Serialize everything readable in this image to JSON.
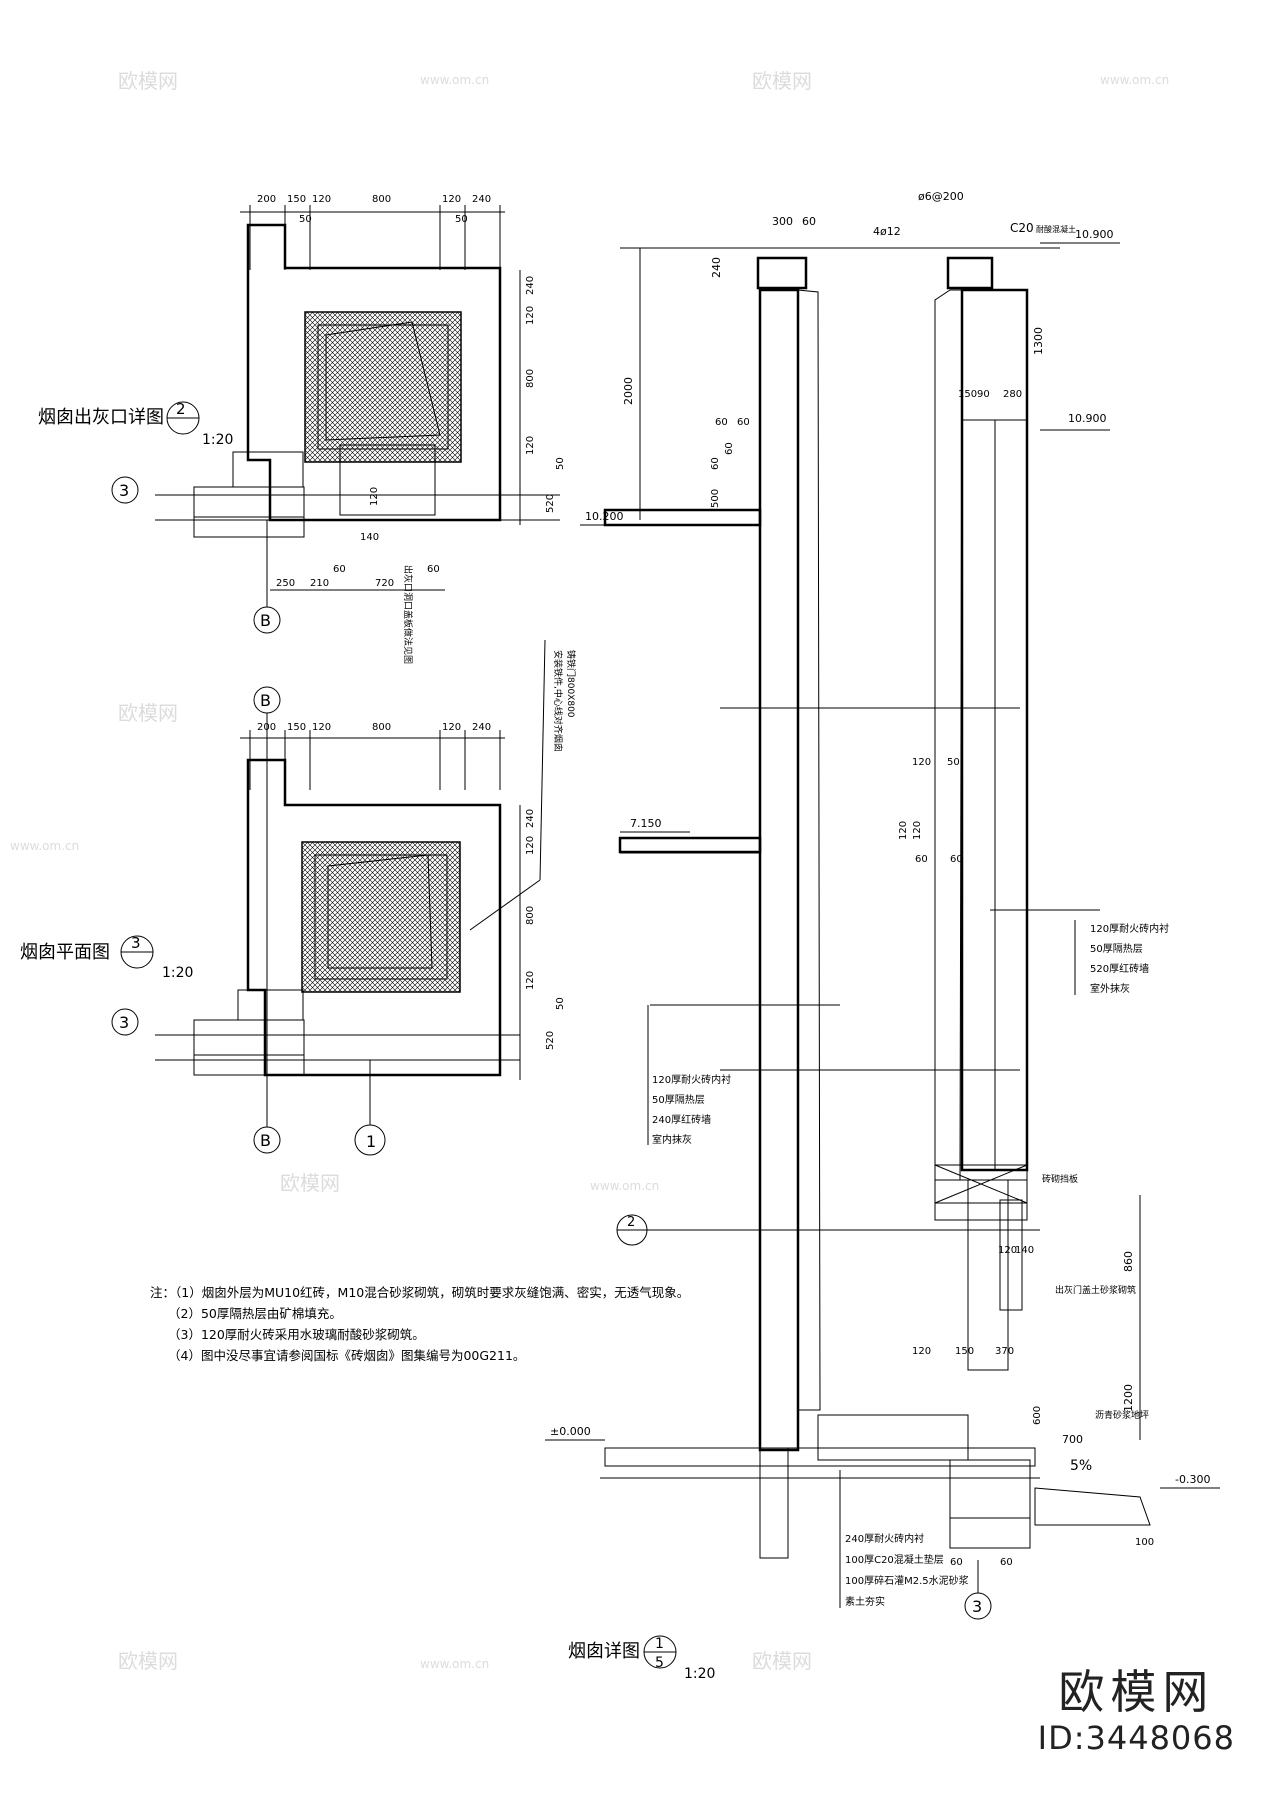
{
  "watermark": {
    "brand": "欧模网",
    "site": "www.om.cn"
  },
  "brand": {
    "name": "欧模网",
    "id": "ID:3448068"
  },
  "views": {
    "ash_outlet": {
      "title": "烟囱出灰口详图",
      "num": "2",
      "scale": "1:20"
    },
    "plan": {
      "title": "烟囱平面图",
      "num": "3",
      "scale": "1:20"
    },
    "detail": {
      "title": "烟囱详图",
      "num": "1",
      "sheet": "5",
      "scale": "1:20"
    }
  },
  "grid_marks": {
    "three": "3",
    "b": "B",
    "one": "1",
    "two": "2"
  },
  "dims_top": [
    "200",
    "150",
    "120",
    "800",
    "120",
    "240"
  ],
  "dims_small": [
    "50",
    "50"
  ],
  "dims_right_2": [
    "240",
    "120",
    "50",
    "800",
    "120",
    "50",
    "520"
  ],
  "dims_bottom_2": [
    "60",
    "60",
    "250",
    "210",
    "720",
    "140",
    "120"
  ],
  "dims_detail_top": [
    "300",
    "60",
    "ø6@200",
    "4ø12",
    "C20",
    "耐酸混凝土",
    "10.900"
  ],
  "dims_detail": [
    "240",
    "2000",
    "60",
    "60",
    "60",
    "60",
    "500",
    "1300",
    "150",
    "90",
    "280",
    "10.900",
    "10.200",
    "7.150",
    "120",
    "50",
    "120",
    "120",
    "60",
    "60",
    "120",
    "150",
    "370",
    "120",
    "140",
    "860",
    "1200",
    "600",
    "700",
    "5%",
    "-0.300",
    "±0.000",
    "100",
    "60",
    "60"
  ],
  "plan_note": "出灰口洞口盖板做法见图",
  "plan_note2": "铸铁门800X800",
  "plan_note3": "安装铁件,中心线对齐烟囱",
  "layers_right": [
    "120厚耐火砖内衬",
    "50厚隔热层",
    "520厚红砖墙",
    "室外抹灰"
  ],
  "layers_left": [
    "120厚耐火砖内衬",
    "50厚隔热层",
    "240厚红砖墙",
    "室内抹灰"
  ],
  "layers_bottom": [
    "240厚耐火砖内衬",
    "100厚C20混凝土垫层",
    "100厚碎石灌M2.5水泥砂浆",
    "素土夯实"
  ],
  "labels": {
    "baffle": "砖砌挡板",
    "door": "出灰门盖土砂浆砌筑",
    "pave": "沥青砂浆地坪"
  },
  "notes": [
    "注：（1）烟囱外层为MU10红砖，M10混合砂浆砌筑，砌筑时要求灰缝饱满、密实，无透气现象。",
    "（2）50厚隔热层由矿棉填充。",
    "（3）120厚耐火砖采用水玻璃耐酸砂浆砌筑。",
    "（4）图中没尽事宜请参阅国标《砖烟囱》图集编号为00G211。"
  ]
}
